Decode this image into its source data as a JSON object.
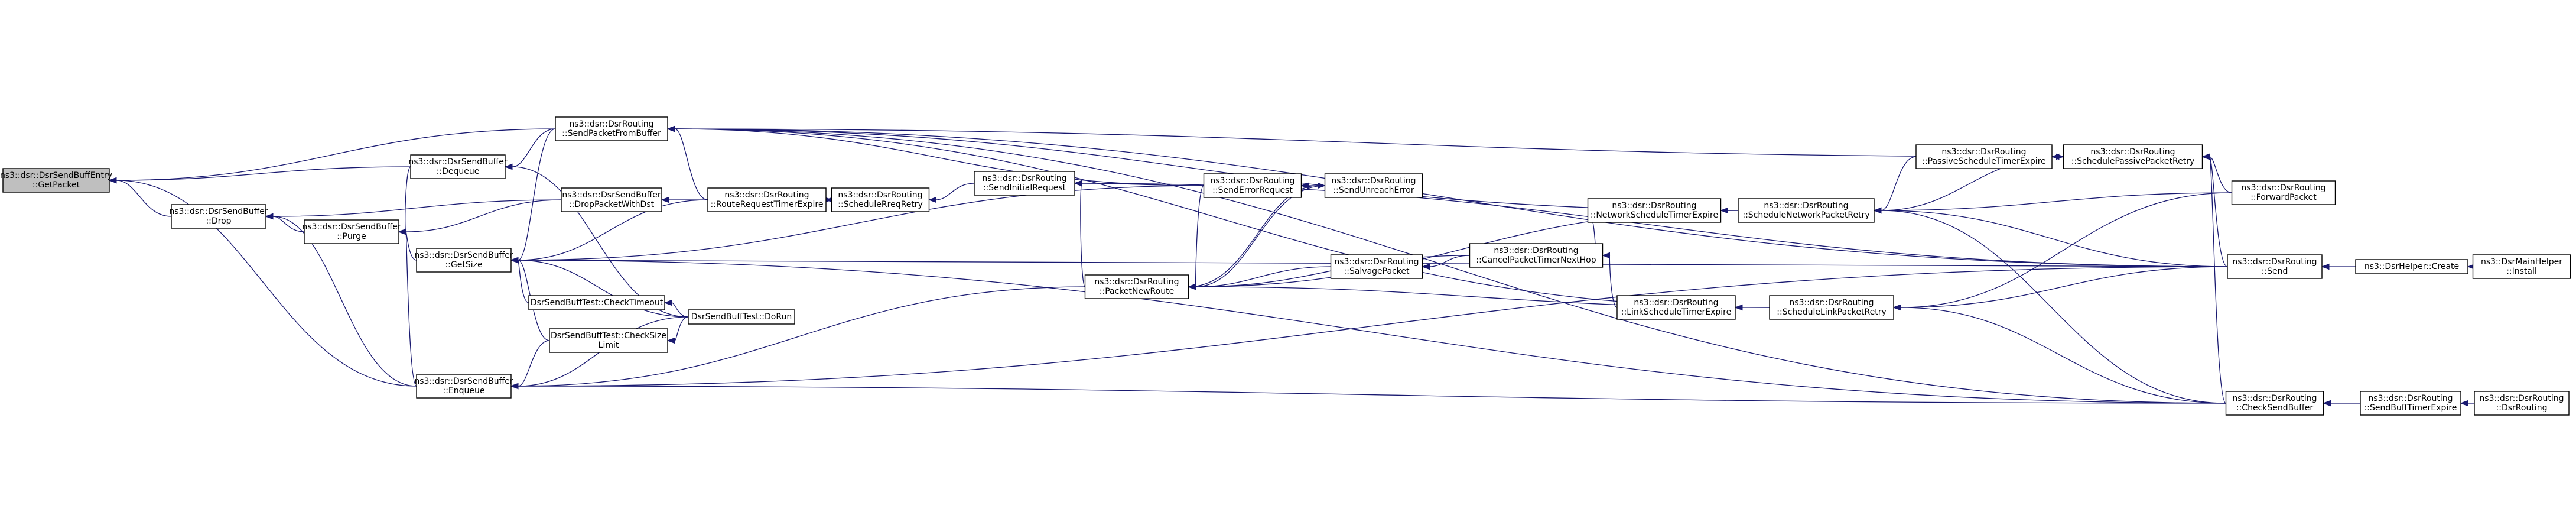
{
  "nodes": [
    {
      "id": "getpacket",
      "lines": [
        "ns3::dsr::DsrSendBuffEntry",
        "::GetPacket"
      ],
      "focus": true
    },
    {
      "id": "drop",
      "lines": [
        "ns3::dsr::DsrSendBuffer",
        "::Drop"
      ]
    },
    {
      "id": "dequeue",
      "lines": [
        "ns3::dsr::DsrSendBuffer",
        "::Dequeue"
      ]
    },
    {
      "id": "purge",
      "lines": [
        "ns3::dsr::DsrSendBuffer",
        "::Purge"
      ]
    },
    {
      "id": "getsize",
      "lines": [
        "ns3::dsr::DsrSendBuffer",
        "::GetSize"
      ]
    },
    {
      "id": "enqueue",
      "lines": [
        "ns3::dsr::DsrSendBuffer",
        "::Enqueue"
      ]
    },
    {
      "id": "sendpacketfrombuffer",
      "lines": [
        "ns3::dsr::DsrRouting",
        "::SendPacketFromBuffer"
      ]
    },
    {
      "id": "droppacketwithdst",
      "lines": [
        "ns3::dsr::DsrSendBuffer",
        "::DropPacketWithDst"
      ]
    },
    {
      "id": "checktimeout",
      "lines": [
        "DsrSendBuffTest::CheckTimeout"
      ]
    },
    {
      "id": "checksizelimit",
      "lines": [
        "DsrSendBuffTest::CheckSize",
        "Limit"
      ]
    },
    {
      "id": "dorun",
      "lines": [
        "DsrSendBuffTest::DoRun"
      ]
    },
    {
      "id": "routerequesttimerexpire",
      "lines": [
        "ns3::dsr::DsrRouting",
        "::RouteRequestTimerExpire"
      ]
    },
    {
      "id": "schedulereqretry",
      "lines": [
        "ns3::dsr::DsrRouting",
        "::ScheduleRreqRetry"
      ]
    },
    {
      "id": "sendinitialrequest",
      "lines": [
        "ns3::dsr::DsrRouting",
        "::SendInitialRequest"
      ]
    },
    {
      "id": "packetnewroute",
      "lines": [
        "ns3::dsr::DsrRouting",
        "::PacketNewRoute"
      ]
    },
    {
      "id": "senderrorrequest",
      "lines": [
        "ns3::dsr::DsrRouting",
        "::SendErrorRequest"
      ]
    },
    {
      "id": "sendunreacherror",
      "lines": [
        "ns3::dsr::DsrRouting",
        "::SendUnreachError"
      ]
    },
    {
      "id": "salvagepacket",
      "lines": [
        "ns3::dsr::DsrRouting",
        "::SalvagePacket"
      ]
    },
    {
      "id": "cancelpackettimernexthop",
      "lines": [
        "ns3::dsr::DsrRouting",
        "::CancelPacketTimerNextHop"
      ]
    },
    {
      "id": "networkscheduletimerexpire",
      "lines": [
        "ns3::dsr::DsrRouting",
        "::NetworkScheduleTimerExpire"
      ]
    },
    {
      "id": "schedulenetworkpacketretry",
      "lines": [
        "ns3::dsr::DsrRouting",
        "::ScheduleNetworkPacketRetry"
      ]
    },
    {
      "id": "linkscheduletimerexpire",
      "lines": [
        "ns3::dsr::DsrRouting",
        "::LinkScheduleTimerExpire"
      ]
    },
    {
      "id": "schedulelinkpacketretry",
      "lines": [
        "ns3::dsr::DsrRouting",
        "::ScheduleLinkPacketRetry"
      ]
    },
    {
      "id": "passivescheduletimerexpire",
      "lines": [
        "ns3::dsr::DsrRouting",
        "::PassiveScheduleTimerExpire"
      ]
    },
    {
      "id": "schedulepassivepacketretry",
      "lines": [
        "ns3::dsr::DsrRouting",
        "::SchedulePassivePacketRetry"
      ]
    },
    {
      "id": "forwardpacket",
      "lines": [
        "ns3::dsr::DsrRouting",
        "::ForwardPacket"
      ]
    },
    {
      "id": "send",
      "lines": [
        "ns3::dsr::DsrRouting",
        "::Send"
      ]
    },
    {
      "id": "checksendbuffer",
      "lines": [
        "ns3::dsr::DsrRouting",
        "::CheckSendBuffer"
      ]
    },
    {
      "id": "sendbufftimerexpire",
      "lines": [
        "ns3::dsr::DsrRouting",
        "::SendBuffTimerExpire"
      ]
    },
    {
      "id": "helpercreate",
      "lines": [
        "ns3::DsrHelper::Create"
      ]
    },
    {
      "id": "mainhelperinstall",
      "lines": [
        "ns3::DsrMainHelper",
        "::Install"
      ]
    },
    {
      "id": "dsrrouting",
      "lines": [
        "ns3::dsr::DsrRouting",
        "::DsrRouting"
      ]
    }
  ],
  "edges": [
    [
      "drop",
      "getpacket"
    ],
    [
      "dequeue",
      "getpacket"
    ],
    [
      "enqueue",
      "getpacket"
    ],
    [
      "sendpacketfrombuffer",
      "getpacket"
    ],
    [
      "purge",
      "drop"
    ],
    [
      "enqueue",
      "drop"
    ],
    [
      "droppacketwithdst",
      "drop"
    ],
    [
      "sendpacketfrombuffer",
      "dequeue"
    ],
    [
      "dorun",
      "dequeue"
    ],
    [
      "dequeue",
      "purge"
    ],
    [
      "droppacketwithdst",
      "purge"
    ],
    [
      "getsize",
      "purge"
    ],
    [
      "enqueue",
      "purge"
    ],
    [
      "sendpacketfrombuffer",
      "getsize"
    ],
    [
      "checktimeout",
      "getsize"
    ],
    [
      "checksizelimit",
      "getsize"
    ],
    [
      "dorun",
      "getsize"
    ],
    [
      "routerequesttimerexpire",
      "getsize"
    ],
    [
      "senderrorrequest",
      "getsize"
    ],
    [
      "checksendbuffer",
      "getsize"
    ],
    [
      "send",
      "getsize"
    ],
    [
      "checksizelimit",
      "enqueue"
    ],
    [
      "dorun",
      "enqueue"
    ],
    [
      "packetnewroute",
      "enqueue"
    ],
    [
      "send",
      "enqueue"
    ],
    [
      "checksendbuffer",
      "enqueue"
    ],
    [
      "routerequesttimerexpire",
      "sendpacketfrombuffer"
    ],
    [
      "senderrorrequest",
      "sendpacketfrombuffer"
    ],
    [
      "send",
      "sendpacketfrombuffer"
    ],
    [
      "schedulepassivepacketretry",
      "sendpacketfrombuffer"
    ],
    [
      "schedulenetworkpacketretry",
      "sendpacketfrombuffer"
    ],
    [
      "schedulelinkpacketretry",
      "sendpacketfrombuffer"
    ],
    [
      "checksendbuffer",
      "sendpacketfrombuffer"
    ],
    [
      "routerequesttimerexpire",
      "droppacketwithdst"
    ],
    [
      "dorun",
      "checktimeout"
    ],
    [
      "dorun",
      "checksizelimit"
    ],
    [
      "schedulereqretry",
      "routerequesttimerexpire"
    ],
    [
      "sendinitialrequest",
      "schedulereqretry"
    ],
    [
      "routerequesttimerexpire",
      "schedulereqretry"
    ],
    [
      "packetnewroute",
      "sendinitialrequest"
    ],
    [
      "senderrorrequest",
      "sendinitialrequest"
    ],
    [
      "send",
      "sendinitialrequest"
    ],
    [
      "salvagepacket",
      "packetnewroute"
    ],
    [
      "cancelpackettimernexthop",
      "packetnewroute"
    ],
    [
      "schedulelinkpacketretry",
      "packetnewroute"
    ],
    [
      "schedulenetworkpacketretry",
      "packetnewroute"
    ],
    [
      "sendunreacherror",
      "packetnewroute"
    ],
    [
      "senderrorrequest",
      "packetnewroute"
    ],
    [
      "sendunreacherror",
      "senderrorrequest"
    ],
    [
      "packetnewroute",
      "sendunreacherror"
    ],
    [
      "cancelpackettimernexthop",
      "salvagepacket"
    ],
    [
      "networkscheduletimerexpire",
      "cancelpackettimernexthop"
    ],
    [
      "linkscheduletimerexpire",
      "cancelpackettimernexthop"
    ],
    [
      "schedulenetworkpacketretry",
      "networkscheduletimerexpire"
    ],
    [
      "schedulelinkpacketretry",
      "linkscheduletimerexpire"
    ],
    [
      "passivescheduletimerexpire",
      "schedulenetworkpacketretry"
    ],
    [
      "schedulepassivepacketretry",
      "schedulenetworkpacketretry"
    ],
    [
      "forwardpacket",
      "schedulenetworkpacketretry"
    ],
    [
      "send",
      "schedulenetworkpacketretry"
    ],
    [
      "checksendbuffer",
      "schedulenetworkpacketretry"
    ],
    [
      "forwardpacket",
      "schedulelinkpacketretry"
    ],
    [
      "send",
      "schedulelinkpacketretry"
    ],
    [
      "checksendbuffer",
      "schedulelinkpacketretry"
    ],
    [
      "schedulepassivepacketretry",
      "passivescheduletimerexpire"
    ],
    [
      "passivescheduletimerexpire",
      "schedulepassivepacketretry"
    ],
    [
      "forwardpacket",
      "schedulepassivepacketretry"
    ],
    [
      "send",
      "schedulepassivepacketretry"
    ],
    [
      "checksendbuffer",
      "schedulepassivepacketretry"
    ],
    [
      "helpercreate",
      "send"
    ],
    [
      "mainhelperinstall",
      "helpercreate"
    ],
    [
      "sendbufftimerexpire",
      "checksendbuffer"
    ],
    [
      "dsrrouting",
      "sendbufftimerexpire"
    ]
  ]
}
